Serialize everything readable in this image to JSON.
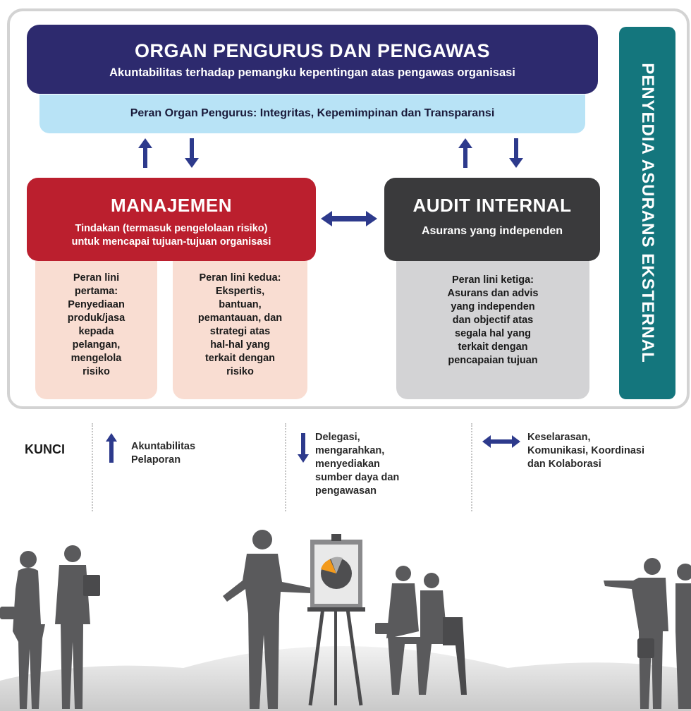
{
  "governing_body": {
    "title": "ORGAN PENGURUS DAN PENGAWAS",
    "subtitle": "Akuntabilitas terhadap pemangku kepentingan atas pengawas organisasi",
    "role": "Peran Organ Pengurus: Integritas, Kepemimpinan dan Transparansi"
  },
  "management": {
    "title": "MANAJEMEN",
    "subtitle_line1": "Tindakan (termasuk pengelolaan risiko)",
    "subtitle_line2": "untuk mencapai tujuan-tujuan organisasi",
    "first_line": [
      "Peran lini",
      "pertama:",
      "Penyediaan",
      "produk/jasa",
      "kepada",
      "pelangan,",
      "mengelola",
      "risiko"
    ],
    "second_line": [
      "Peran lini kedua:",
      "Ekspertis,",
      "bantuan,",
      "pemantauan, dan",
      "strategi  atas",
      "hal-hal yang",
      "terkait dengan",
      "risiko"
    ]
  },
  "internal_audit": {
    "title": "AUDIT INTERNAL",
    "subtitle": "Asurans yang independen",
    "third_line": [
      "Peran lini ketiga:",
      "Asurans dan advis",
      "yang independen",
      "dan objectif atas",
      "segala hal yang",
      "terkait dengan",
      "pencapaian tujuan"
    ]
  },
  "external": {
    "title": "PENYEDIA ASURANS EKSTERNAL"
  },
  "legend": {
    "title": "KUNCI",
    "up": [
      "Akuntabilitas",
      "Pelaporan"
    ],
    "down": [
      "Delegasi,",
      "mengarahkan,",
      "menyediakan",
      "sumber daya dan",
      "pengawasan"
    ],
    "both": [
      "Keselarasan,",
      "Komunikasi, Koordinasi",
      "dan Kolaborasi"
    ]
  },
  "colors": {
    "navy": "#2d2a6e",
    "light_blue": "#b8e3f6",
    "red": "#bb1f2e",
    "pink": "#f9ddd2",
    "dark_grey": "#3a3a3c",
    "light_grey": "#d3d3d5",
    "teal": "#14767d",
    "arrow": "#2d3a8c",
    "silhouette": "#5a5a5c",
    "accent_orange": "#f39a1b"
  }
}
